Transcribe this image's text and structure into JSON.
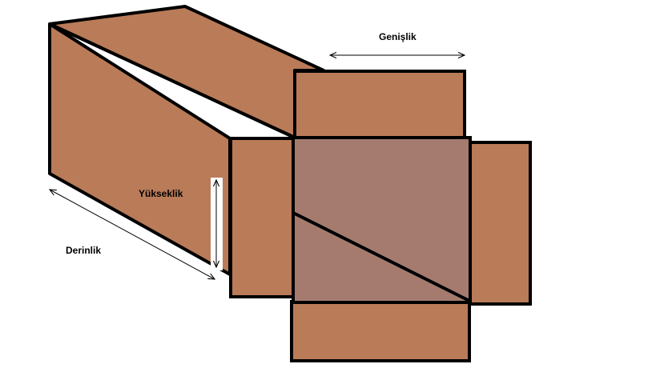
{
  "labels": {
    "width": "Genişlik",
    "height": "Yükseklik",
    "depth": "Derinlik"
  },
  "colors": {
    "box": "#b97b58",
    "box_opening": "#a57b70",
    "outline": "#000000",
    "background": "#ffffff"
  }
}
